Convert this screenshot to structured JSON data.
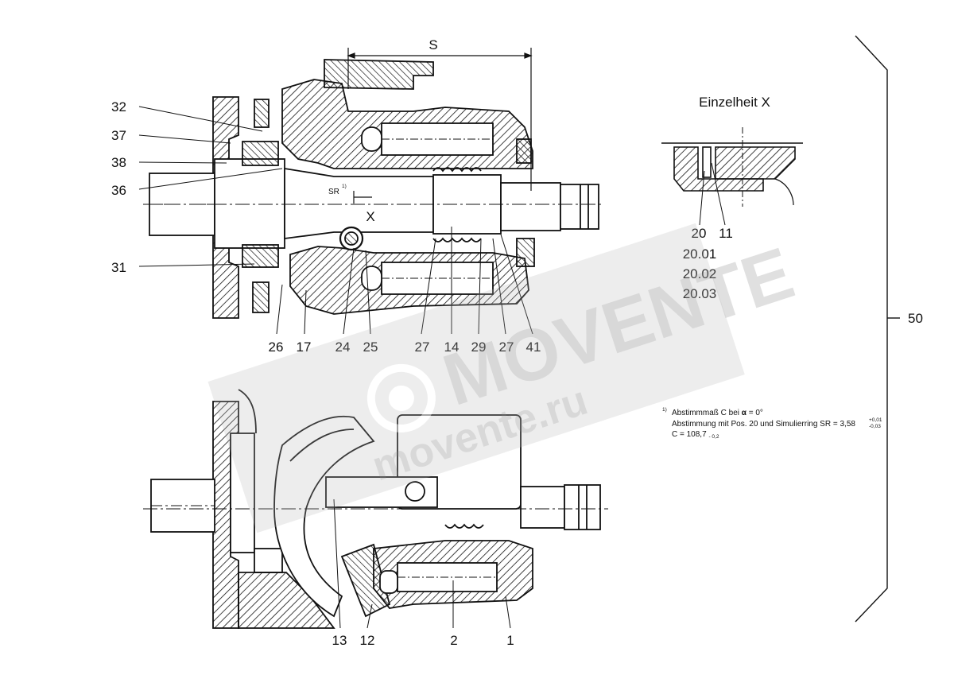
{
  "top_labels": {
    "s_dim": "S",
    "sr_dim": "SR",
    "sr_note": "1)",
    "x_mark": "X",
    "detail_title": "Einzelheit X",
    "left": [
      "32",
      "37",
      "38",
      "36",
      "31"
    ],
    "bottom": [
      "26",
      "17",
      "24",
      "25",
      "27",
      "14",
      "29",
      "27",
      "41"
    ],
    "detail": [
      "20",
      "11",
      "20.01",
      "20.02",
      "20.03"
    ]
  },
  "bottom_labels": [
    "13",
    "12",
    "2",
    "1"
  ],
  "bracket_label": "50",
  "footnote": {
    "marker": "1)",
    "line1_prefix": "Abstimmmaß C bei",
    "line1_alpha": "α",
    "line1_suffix": "= 0°",
    "line2": "Abstimmung mit Pos. 20 und Simulierring SR = 3,58",
    "line2_tol_upper": "+0,01",
    "line2_tol_lower": "-0,03",
    "line3": "C = 108,7",
    "line3_tol": "- 0,2"
  },
  "watermark": {
    "brand": "MOVENTE",
    "url": "movente.ru"
  }
}
